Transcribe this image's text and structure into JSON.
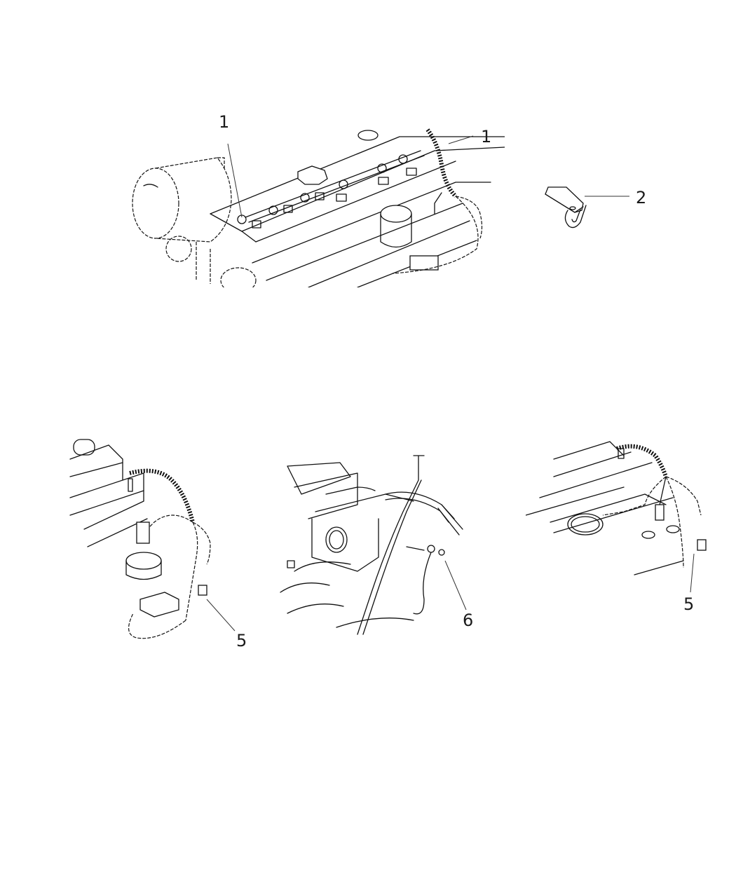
{
  "diagram": {
    "type": "parts-exploded-view",
    "background": "#ffffff",
    "line_color": "#111111",
    "views": [
      {
        "id": "engine-top-view",
        "description": "Engine top with fuel injector wiring harness"
      },
      {
        "id": "bracket-detail",
        "description": "Harness mounting clip/bracket"
      },
      {
        "id": "bottom-left-view",
        "description": "Harness routing near oxygen sensor connector"
      },
      {
        "id": "bottom-center-view",
        "description": "Ground strap attachment at engine block"
      },
      {
        "id": "bottom-right-view",
        "description": "Harness routing near exhaust manifold sensor"
      }
    ],
    "callouts": [
      {
        "id": "c1a",
        "label": "1",
        "view": "engine-top-view"
      },
      {
        "id": "c1b",
        "label": "1",
        "view": "engine-top-view"
      },
      {
        "id": "c2",
        "label": "2",
        "view": "bracket-detail"
      },
      {
        "id": "c5a",
        "label": "5",
        "view": "bottom-left-view"
      },
      {
        "id": "c6",
        "label": "6",
        "view": "bottom-center-view"
      },
      {
        "id": "c5b",
        "label": "5",
        "view": "bottom-right-view"
      }
    ]
  }
}
